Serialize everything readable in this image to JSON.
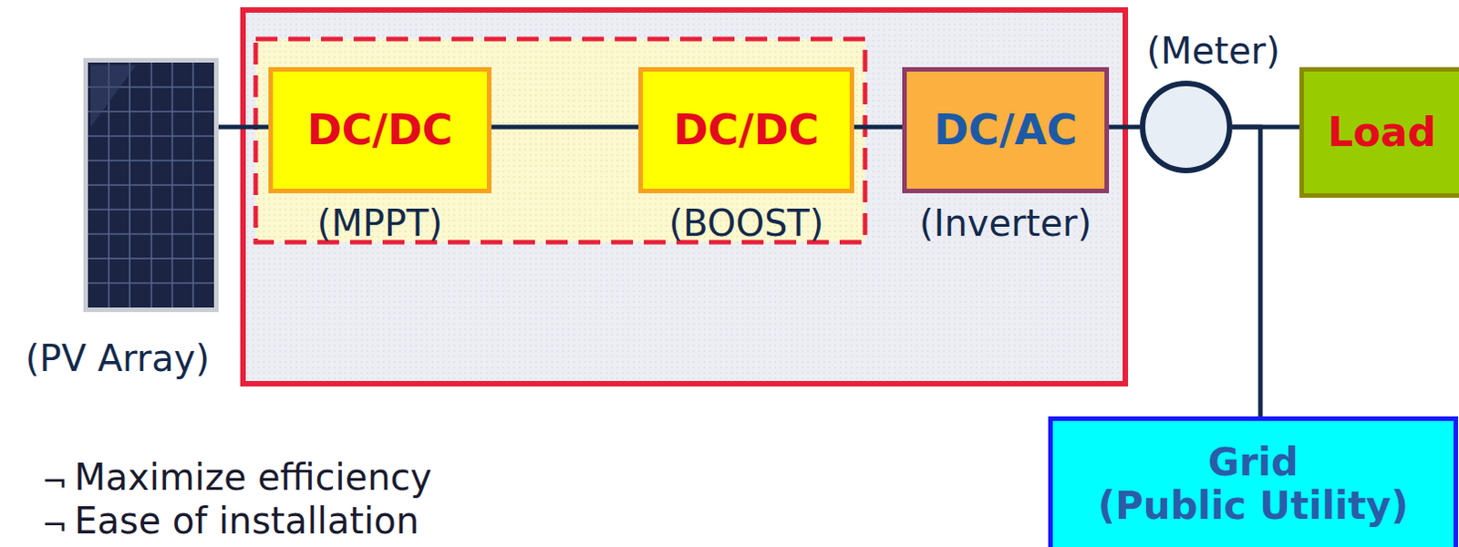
{
  "diagram": {
    "nodes": [
      {
        "text": [
          "(PV Array)"
        ]
      },
      {
        "text": [
          "DC/DC",
          "(MPPT)"
        ]
      },
      {
        "text": [
          "DC/DC",
          "(BOOST)"
        ]
      },
      {
        "text": [
          "DC/AC",
          "(Inverter)"
        ]
      },
      {
        "text": [
          "(Meter)"
        ]
      },
      {
        "text": [
          "Load"
        ]
      },
      {
        "text": [
          "Grid",
          "(Public Utility)"
        ]
      }
    ],
    "edges": [
      {
        "from": 0,
        "to": 1,
        "arrow": "none"
      },
      {
        "from": 1,
        "to": 2,
        "arrow": "none"
      },
      {
        "from": 2,
        "to": 3,
        "arrow": "none"
      },
      {
        "from": 3,
        "to": 4,
        "arrow": "none"
      },
      {
        "from": 4,
        "to": 5,
        "arrow": "none"
      },
      {
        "from": 4,
        "to": 6,
        "arrow": "none"
      }
    ],
    "labels": [
      "¬",
      "Maximize efficiency",
      "¬",
      "Ease of installation"
    ]
  }
}
